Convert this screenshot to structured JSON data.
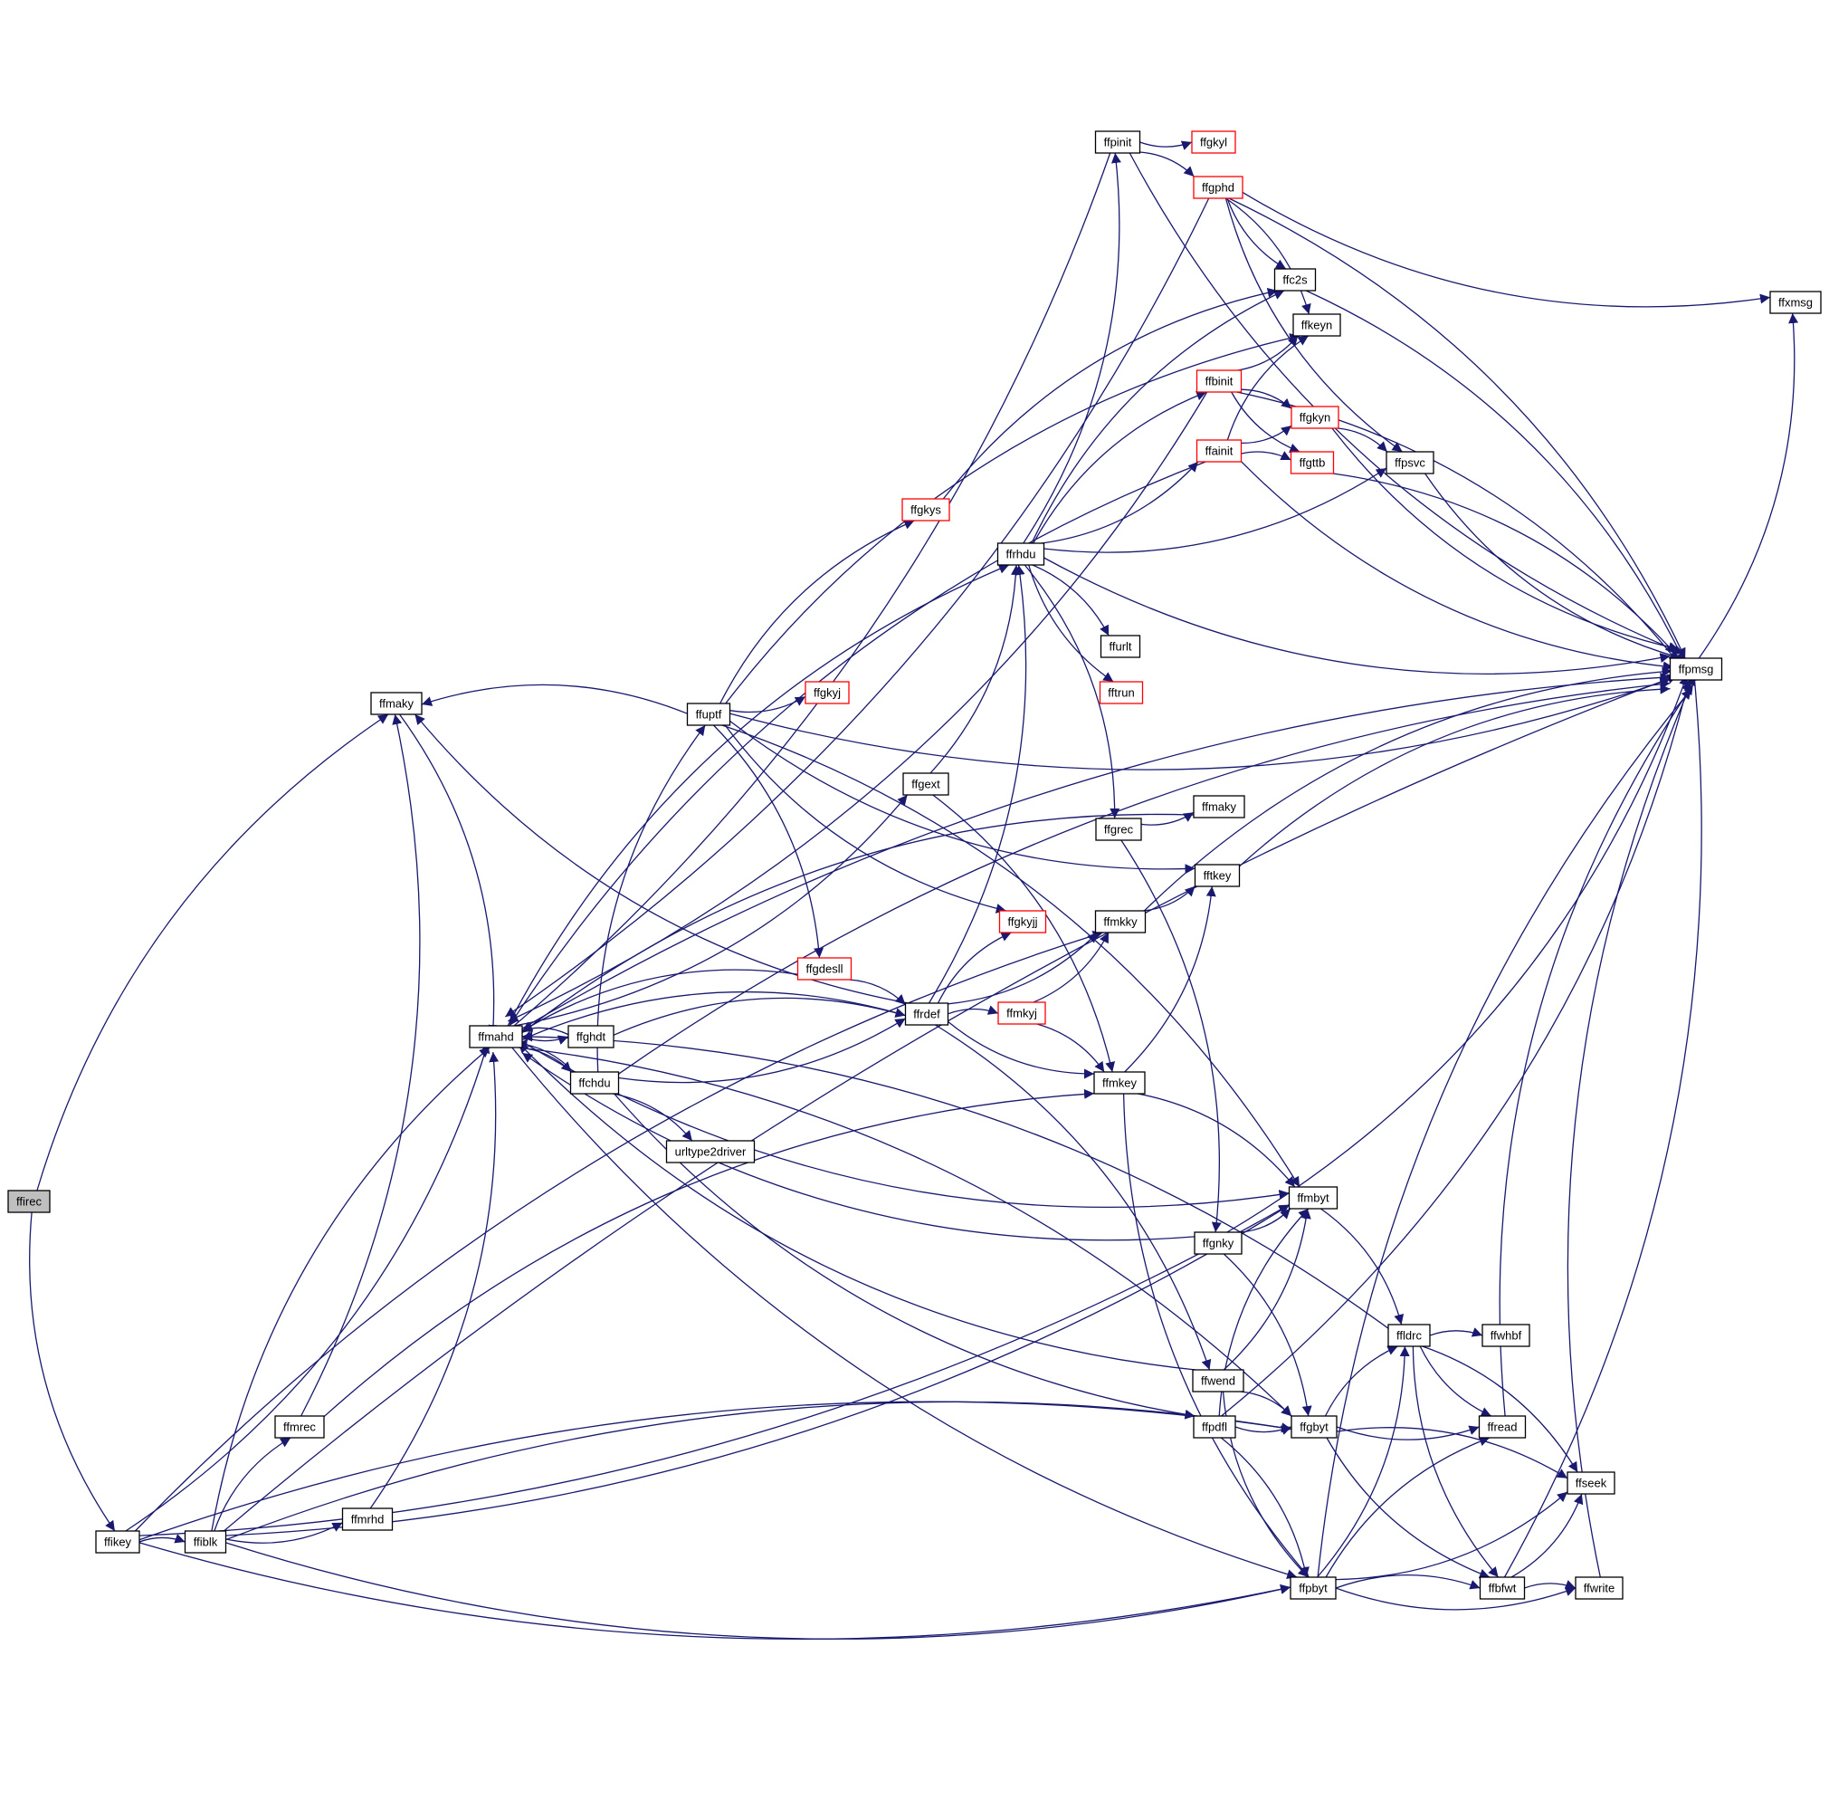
{
  "nodes": [
    {
      "id": "ffirec",
      "label": "ffirec",
      "style": "root"
    },
    {
      "id": "ffikey",
      "label": "ffikey",
      "style": "normal"
    },
    {
      "id": "ffiblk",
      "label": "ffiblk",
      "style": "normal"
    },
    {
      "id": "ffmrec",
      "label": "ffmrec",
      "style": "normal"
    },
    {
      "id": "ffmrhd",
      "label": "ffmrhd",
      "style": "normal"
    },
    {
      "id": "ffmaky1",
      "label": "ffmaky",
      "style": "normal"
    },
    {
      "id": "ffmahd",
      "label": "ffmahd",
      "style": "normal"
    },
    {
      "id": "ffghdt",
      "label": "ffghdt",
      "style": "normal"
    },
    {
      "id": "ffchdu",
      "label": "ffchdu",
      "style": "normal"
    },
    {
      "id": "urltype2driver",
      "label": "urltype2driver",
      "style": "normal"
    },
    {
      "id": "ffuptf",
      "label": "ffuptf",
      "style": "normal"
    },
    {
      "id": "ffgkyj",
      "label": "ffgkyj",
      "style": "truncated"
    },
    {
      "id": "ffgext",
      "label": "ffgext",
      "style": "normal"
    },
    {
      "id": "ffgdesll",
      "label": "ffgdesll",
      "style": "truncated"
    },
    {
      "id": "ffrdef",
      "label": "ffrdef",
      "style": "normal"
    },
    {
      "id": "ffgkys",
      "label": "ffgkys",
      "style": "truncated"
    },
    {
      "id": "ffrhdu",
      "label": "ffrhdu",
      "style": "normal"
    },
    {
      "id": "ffpinit",
      "label": "ffpinit",
      "style": "normal"
    },
    {
      "id": "ffgkyl",
      "label": "ffgkyl",
      "style": "truncated"
    },
    {
      "id": "ffgphd",
      "label": "ffgphd",
      "style": "truncated"
    },
    {
      "id": "ffc2s",
      "label": "ffc2s",
      "style": "normal"
    },
    {
      "id": "ffkeyn",
      "label": "ffkeyn",
      "style": "normal"
    },
    {
      "id": "ffbinit",
      "label": "ffbinit",
      "style": "truncated"
    },
    {
      "id": "ffgkyn",
      "label": "ffgkyn",
      "style": "truncated"
    },
    {
      "id": "ffainit",
      "label": "ffainit",
      "style": "truncated"
    },
    {
      "id": "ffgttb",
      "label": "ffgttb",
      "style": "truncated"
    },
    {
      "id": "ffpsvc",
      "label": "ffpsvc",
      "style": "normal"
    },
    {
      "id": "ffurlt",
      "label": "ffurlt",
      "style": "normal"
    },
    {
      "id": "fftrun",
      "label": "fftrun",
      "style": "truncated"
    },
    {
      "id": "ffgrec",
      "label": "ffgrec",
      "style": "normal"
    },
    {
      "id": "ffmaky2",
      "label": "ffmaky",
      "style": "normal"
    },
    {
      "id": "fftkey",
      "label": "fftkey",
      "style": "normal"
    },
    {
      "id": "ffmkky",
      "label": "ffmkky",
      "style": "normal"
    },
    {
      "id": "ffgkyjj",
      "label": "ffgkyjj",
      "style": "truncated"
    },
    {
      "id": "ffmkyj",
      "label": "ffmkyj",
      "style": "truncated"
    },
    {
      "id": "ffmkey",
      "label": "ffmkey",
      "style": "normal"
    },
    {
      "id": "ffmbyt",
      "label": "ffmbyt",
      "style": "normal"
    },
    {
      "id": "ffgnky",
      "label": "ffgnky",
      "style": "normal"
    },
    {
      "id": "ffldrc",
      "label": "ffldrc",
      "style": "normal"
    },
    {
      "id": "ffwhbf",
      "label": "ffwhbf",
      "style": "normal"
    },
    {
      "id": "ffwend",
      "label": "ffwend",
      "style": "normal"
    },
    {
      "id": "ffpdfl",
      "label": "ffpdfl",
      "style": "normal"
    },
    {
      "id": "ffgbyt",
      "label": "ffgbyt",
      "style": "normal"
    },
    {
      "id": "ffread",
      "label": "ffread",
      "style": "normal"
    },
    {
      "id": "ffseek",
      "label": "ffseek",
      "style": "normal"
    },
    {
      "id": "ffpbyt",
      "label": "ffpbyt",
      "style": "normal"
    },
    {
      "id": "ffbfwt",
      "label": "ffbfwt",
      "style": "normal"
    },
    {
      "id": "ffwrite",
      "label": "ffwrite",
      "style": "normal"
    },
    {
      "id": "ffpmsg",
      "label": "ffpmsg",
      "style": "normal"
    },
    {
      "id": "ffxmsg",
      "label": "ffxmsg",
      "style": "normal"
    }
  ],
  "edges": [
    {
      "from": "ffirec",
      "to": "ffmaky1"
    },
    {
      "from": "ffirec",
      "to": "ffikey"
    },
    {
      "from": "ffikey",
      "to": "ffiblk"
    },
    {
      "from": "ffikey",
      "to": "ffmahd"
    },
    {
      "from": "ffikey",
      "to": "ffmkky"
    },
    {
      "from": "ffikey",
      "to": "ffmbyt"
    },
    {
      "from": "ffikey",
      "to": "ffgbyt"
    },
    {
      "from": "ffikey",
      "to": "ffpbyt"
    },
    {
      "from": "ffiblk",
      "to": "ffmrec"
    },
    {
      "from": "ffiblk",
      "to": "ffmrhd"
    },
    {
      "from": "ffiblk",
      "to": "ffmahd"
    },
    {
      "from": "ffiblk",
      "to": "ffmbyt"
    },
    {
      "from": "ffiblk",
      "to": "ffgbyt"
    },
    {
      "from": "ffiblk",
      "to": "ffpbyt"
    },
    {
      "from": "ffiblk",
      "to": "ffpmsg"
    },
    {
      "from": "ffmrec",
      "to": "ffmaky1"
    },
    {
      "from": "ffmrec",
      "to": "ffmkey"
    },
    {
      "from": "ffmrhd",
      "to": "ffmahd"
    },
    {
      "from": "ffmaky1",
      "to": "ffmahd"
    },
    {
      "from": "ffmahd",
      "to": "ffghdt"
    },
    {
      "from": "ffmahd",
      "to": "ffchdu"
    },
    {
      "from": "ffmahd",
      "to": "ffgext"
    },
    {
      "from": "ffmahd",
      "to": "ffrhdu"
    },
    {
      "from": "ffmahd",
      "to": "ffmbyt"
    },
    {
      "from": "ffmahd",
      "to": "ffgbyt"
    },
    {
      "from": "ffmahd",
      "to": "ffpbyt"
    },
    {
      "from": "ffmahd",
      "to": "ffpmsg"
    },
    {
      "from": "ffghdt",
      "to": "ffmahd"
    },
    {
      "from": "ffghdt",
      "to": "ffrdef"
    },
    {
      "from": "ffchdu",
      "to": "ffmahd"
    },
    {
      "from": "ffchdu",
      "to": "ffuptf"
    },
    {
      "from": "ffchdu",
      "to": "ffrdef"
    },
    {
      "from": "ffchdu",
      "to": "urltype2driver"
    },
    {
      "from": "ffchdu",
      "to": "ffpdfl"
    },
    {
      "from": "ffchdu",
      "to": "ffpmsg"
    },
    {
      "from": "ffuptf",
      "to": "ffmaky1"
    },
    {
      "from": "ffuptf",
      "to": "ffgkys"
    },
    {
      "from": "ffuptf",
      "to": "ffgkyj"
    },
    {
      "from": "ffuptf",
      "to": "ffgdesll"
    },
    {
      "from": "ffuptf",
      "to": "ffgkyjj"
    },
    {
      "from": "ffuptf",
      "to": "ffkeyn"
    },
    {
      "from": "ffuptf",
      "to": "fftkey"
    },
    {
      "from": "ffuptf",
      "to": "ffmbyt"
    },
    {
      "from": "ffuptf",
      "to": "ffpmsg"
    },
    {
      "from": "ffgkys",
      "to": "ffc2s"
    },
    {
      "from": "ffgdesll",
      "to": "ffmahd"
    },
    {
      "from": "ffgdesll",
      "to": "ffrdef"
    },
    {
      "from": "ffgext",
      "to": "ffrhdu"
    },
    {
      "from": "ffgext",
      "to": "ffmkey"
    },
    {
      "from": "ffrdef",
      "to": "ffmahd"
    },
    {
      "from": "ffrdef",
      "to": "ffmaky1"
    },
    {
      "from": "ffrdef",
      "to": "ffrhdu"
    },
    {
      "from": "ffrdef",
      "to": "ffgkyjj"
    },
    {
      "from": "ffrdef",
      "to": "ffmkky"
    },
    {
      "from": "ffrdef",
      "to": "ffmkyj"
    },
    {
      "from": "ffrdef",
      "to": "ffmkey"
    },
    {
      "from": "ffrdef",
      "to": "ffwend"
    },
    {
      "from": "ffmkyj",
      "to": "ffmkky"
    },
    {
      "from": "ffmkyj",
      "to": "ffmkey"
    },
    {
      "from": "ffrhdu",
      "to": "ffpinit"
    },
    {
      "from": "ffrhdu",
      "to": "ffbinit"
    },
    {
      "from": "ffrhdu",
      "to": "ffainit"
    },
    {
      "from": "ffrhdu",
      "to": "ffc2s"
    },
    {
      "from": "ffrhdu",
      "to": "ffpsvc"
    },
    {
      "from": "ffrhdu",
      "to": "ffurlt"
    },
    {
      "from": "ffrhdu",
      "to": "fftrun"
    },
    {
      "from": "ffrhdu",
      "to": "ffgrec"
    },
    {
      "from": "ffrhdu",
      "to": "ffpmsg"
    },
    {
      "from": "ffpinit",
      "to": "ffmahd"
    },
    {
      "from": "ffpinit",
      "to": "ffgkyl"
    },
    {
      "from": "ffpinit",
      "to": "ffgphd"
    },
    {
      "from": "ffpinit",
      "to": "ffpmsg"
    },
    {
      "from": "ffgphd",
      "to": "ffmahd"
    },
    {
      "from": "ffgphd",
      "to": "ffc2s"
    },
    {
      "from": "ffgphd",
      "to": "ffkeyn"
    },
    {
      "from": "ffgphd",
      "to": "ffpsvc"
    },
    {
      "from": "ffgphd",
      "to": "ffpmsg"
    },
    {
      "from": "ffgphd",
      "to": "ffxmsg"
    },
    {
      "from": "ffbinit",
      "to": "ffmahd"
    },
    {
      "from": "ffbinit",
      "to": "ffkeyn"
    },
    {
      "from": "ffbinit",
      "to": "ffgkyn"
    },
    {
      "from": "ffbinit",
      "to": "ffgttb"
    },
    {
      "from": "ffbinit",
      "to": "ffpmsg"
    },
    {
      "from": "ffainit",
      "to": "ffmahd"
    },
    {
      "from": "ffainit",
      "to": "ffkeyn"
    },
    {
      "from": "ffainit",
      "to": "ffgkyn"
    },
    {
      "from": "ffainit",
      "to": "ffgttb"
    },
    {
      "from": "ffainit",
      "to": "ffpmsg"
    },
    {
      "from": "ffgkyn",
      "to": "ffpsvc"
    },
    {
      "from": "ffgkyn",
      "to": "ffpmsg"
    },
    {
      "from": "ffgttb",
      "to": "ffpmsg"
    },
    {
      "from": "ffpsvc",
      "to": "ffpmsg"
    },
    {
      "from": "ffc2s",
      "to": "ffpmsg"
    },
    {
      "from": "ffgrec",
      "to": "ffmaky2"
    },
    {
      "from": "ffgrec",
      "to": "ffgnky"
    },
    {
      "from": "ffmaky2",
      "to": "ffmahd"
    },
    {
      "from": "fftkey",
      "to": "ffpmsg"
    },
    {
      "from": "ffmkky",
      "to": "fftkey"
    },
    {
      "from": "ffmkky",
      "to": "ffpmsg"
    },
    {
      "from": "ffmkey",
      "to": "fftkey"
    },
    {
      "from": "ffmkey",
      "to": "ffmbyt"
    },
    {
      "from": "ffmkey",
      "to": "ffpbyt"
    },
    {
      "from": "ffgnky",
      "to": "ffmahd"
    },
    {
      "from": "ffgnky",
      "to": "ffmbyt"
    },
    {
      "from": "ffgnky",
      "to": "ffgbyt"
    },
    {
      "from": "ffgnky",
      "to": "ffpmsg"
    },
    {
      "from": "ffmbyt",
      "to": "ffldrc"
    },
    {
      "from": "ffldrc",
      "to": "ffmahd"
    },
    {
      "from": "ffldrc",
      "to": "ffwhbf"
    },
    {
      "from": "ffldrc",
      "to": "ffread"
    },
    {
      "from": "ffldrc",
      "to": "ffseek"
    },
    {
      "from": "ffldrc",
      "to": "ffbfwt"
    },
    {
      "from": "ffwend",
      "to": "ffmahd"
    },
    {
      "from": "ffwend",
      "to": "ffmbyt"
    },
    {
      "from": "ffwend",
      "to": "ffgbyt"
    },
    {
      "from": "ffwend",
      "to": "ffpbyt"
    },
    {
      "from": "ffpdfl",
      "to": "ffmbyt"
    },
    {
      "from": "ffpdfl",
      "to": "ffgbyt"
    },
    {
      "from": "ffpdfl",
      "to": "ffpbyt"
    },
    {
      "from": "ffpdfl",
      "to": "ffpmsg"
    },
    {
      "from": "ffgbyt",
      "to": "ffldrc"
    },
    {
      "from": "ffgbyt",
      "to": "ffread"
    },
    {
      "from": "ffgbyt",
      "to": "ffseek"
    },
    {
      "from": "ffgbyt",
      "to": "ffbfwt"
    },
    {
      "from": "ffread",
      "to": "ffpmsg"
    },
    {
      "from": "ffpbyt",
      "to": "ffldrc"
    },
    {
      "from": "ffpbyt",
      "to": "ffread"
    },
    {
      "from": "ffpbyt",
      "to": "ffseek"
    },
    {
      "from": "ffpbyt",
      "to": "ffbfwt"
    },
    {
      "from": "ffpbyt",
      "to": "ffwrite"
    },
    {
      "from": "ffpbyt",
      "to": "ffpmsg"
    },
    {
      "from": "ffbfwt",
      "to": "ffseek"
    },
    {
      "from": "ffbfwt",
      "to": "ffwrite"
    },
    {
      "from": "ffbfwt",
      "to": "ffpmsg"
    },
    {
      "from": "ffwrite",
      "to": "ffpmsg"
    },
    {
      "from": "ffpmsg",
      "to": "ffxmsg"
    }
  ]
}
